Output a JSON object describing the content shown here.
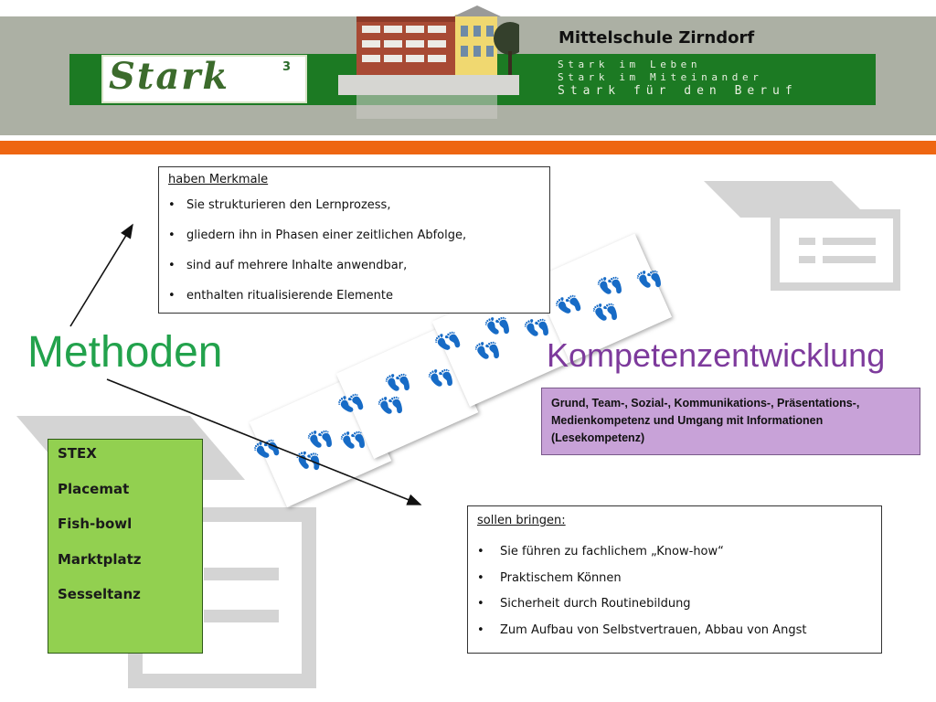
{
  "header": {
    "school_name": "Mittelschule Zirndorf",
    "motto_lines": [
      "Stark im Leben",
      "Stark im Miteinander",
      "Stark für den Beruf"
    ],
    "logo_text": "Stark",
    "logo_sup": "3"
  },
  "titles": {
    "methoden": "Methoden",
    "kompetenz": "Kompetenzentwicklung"
  },
  "merkmale_box": {
    "heading": "haben Merkmale",
    "bullet_symbol": "•",
    "items": [
      "Sie strukturieren den Lernprozess,",
      "gliedern ihn in Phasen einer zeitlichen Abfolge,",
      "sind auf mehrere Inhalte anwendbar,",
      "enthalten ritualisierende Elemente"
    ]
  },
  "kompetenz_box": {
    "lines": [
      "Grund, Team-, Sozial-, Kommunikations-, Präsentations-,",
      "Medienkompetenz und Umgang mit Informationen",
      "(Lesekompetenz)"
    ]
  },
  "method_list": {
    "items": [
      "STEX",
      "Placemat",
      "Fish-bowl",
      "Marktplatz",
      "Sesseltanz"
    ]
  },
  "bringen_box": {
    "heading": "sollen bringen:",
    "bullet_symbol": "•",
    "items": [
      "Sie führen zu fachlichem „Know-how“",
      "Praktischem Können",
      "Sicherheit durch Routinebildung",
      "Zum Aufbau von Selbstvertrauen, Abbau von Angst"
    ]
  },
  "colors": {
    "header_band": "#acb0a4",
    "green_band": "#1c7a23",
    "orange_rule": "#ee6611",
    "methoden": "#22a24c",
    "kompetenz": "#7d3a9c",
    "kompetenz_box": "#c8a2d8",
    "method_list_box": "#92d050"
  },
  "icons": {
    "footprint": "footprints-icon",
    "watermark": "list-document-icon"
  }
}
